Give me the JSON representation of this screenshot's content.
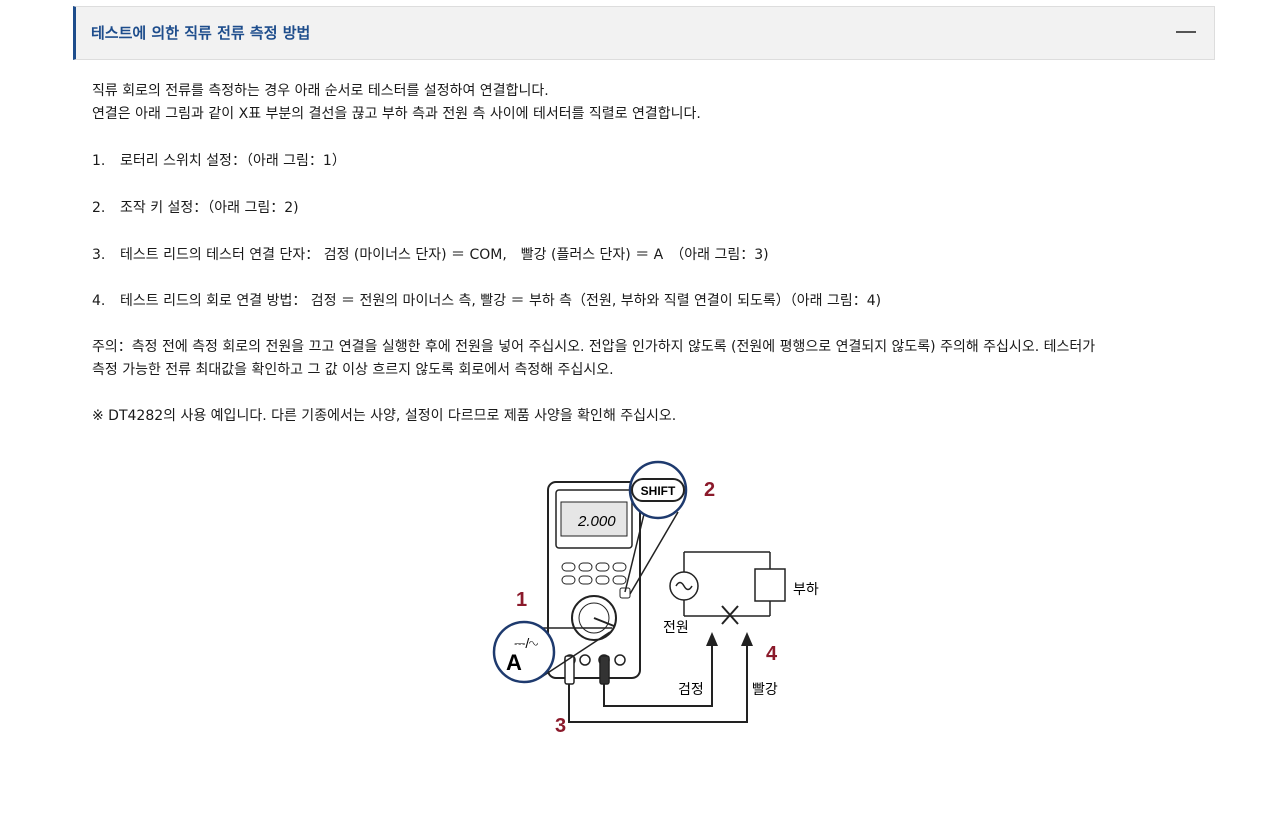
{
  "accordion": {
    "title": "테스트에 의한 직류 전류 측정 방법"
  },
  "intro": {
    "line1": "직류 회로의 전류를 측정하는 경우 아래 순서로 테스터를 설정하여 연결합니다.",
    "line2": "연결은 아래 그림과 같이 X표 부분의 결선을 끊고 부하 측과 전원 측 사이에 테서터를 직렬로 연결합니다."
  },
  "steps": [
    {
      "num": "1.",
      "text": "로터리 스위치 설정：（아래 그림：1）"
    },
    {
      "num": "2.",
      "text": "조작 키 설정：（아래 그림：2)"
    },
    {
      "num": "3.",
      "text": "테스트 리드의 테스터 연결 단자： 검정 (마이너스 단자) ＝ COM,　빨강 (플러스 단자) ＝ A　（아래 그림：3)"
    },
    {
      "num": "4.",
      "text": "테스트 리드의 회로 연결 방법： 검정 ＝ 전원의 마이너스 측, 빨강 ＝ 부하 측（전원, 부하와 직렬 연결이 되도록）（아래 그림：4)"
    }
  ],
  "note": {
    "line1": "주의：측정 전에 측정 회로의 전원을 끄고 연결을 실행한 후에 전원을 넣어 주십시오. 전압을 인가하지 않도록 (전원에 평행으로 연결되지 않도록) 주의해 주십시오. 테스터가",
    "line2": "측정 가능한 전류 최대값을 확인하고 그 값 이상 흐르지 않도록 회로에서 측정해 주십시오."
  },
  "remark": "※ DT4282의 사용 예입니다. 다른 기종에서는 사양, 설정이 다르므로 제품 사양을 확인해 주십시오.",
  "figure": {
    "display_value": "2.000",
    "shift_label": "SHIFT",
    "dial_symbol": "⎓/∿",
    "dial_unit": "A",
    "callouts": [
      "1",
      "2",
      "3",
      "4"
    ],
    "load_label": "부하",
    "source_label": "전원",
    "black_lead_label": "검정",
    "red_lead_label": "빨강",
    "colors": {
      "callout": "#8b1a2b",
      "accent": "#1e4d8c"
    }
  }
}
